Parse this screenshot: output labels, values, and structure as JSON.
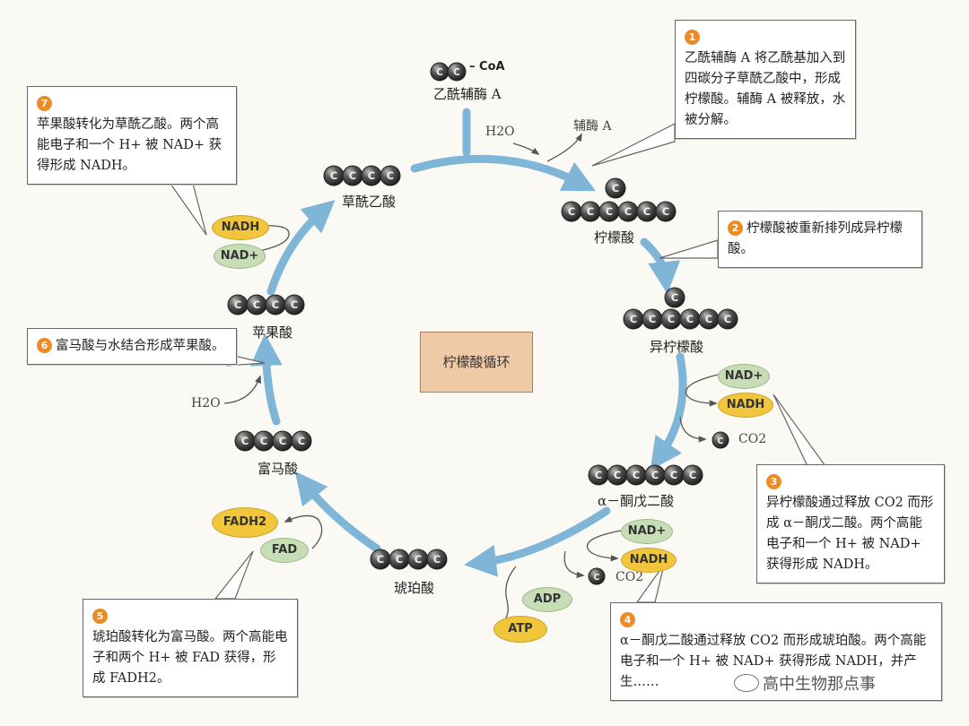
{
  "center_label": "柠檬酸循环",
  "compounds": {
    "acetyl_coa": "乙酰辅酶 A",
    "coa": "CoA",
    "oxaloacetate": "草酰乙酸",
    "citrate": "柠檬酸",
    "isocitrate": "异柠檬酸",
    "alpha_kg": "α－酮戊二酸",
    "succinate": "琥珀酸",
    "fumarate": "富马酸",
    "malate": "苹果酸"
  },
  "side_labels": {
    "h2o_top": "H2O",
    "coenzyme_a": "辅酶 A",
    "h2o_left": "H2O",
    "co2_a": "CO2",
    "co2_b": "CO2"
  },
  "carrier_pills": {
    "nad_plus": "NAD+",
    "nadh": "NADH",
    "fad": "FAD",
    "fadh2": "FADH2",
    "adp": "ADP",
    "atp": "ATP"
  },
  "callouts": {
    "c1": {
      "num": "1",
      "text": "乙酰辅酶 A 将乙酰基加入到四碳分子草酰乙酸中，形成柠檬酸。辅酶 A 被释放，水被分解。"
    },
    "c2": {
      "num": "2",
      "text": "柠檬酸被重新排列成异柠檬酸。"
    },
    "c3": {
      "num": "3",
      "text": "异柠檬酸通过释放 CO2 而形成 α－酮戊二酸。两个高能电子和一个 H+ 被 NAD+ 获得形成 NADH。"
    },
    "c4": {
      "num": "4",
      "text": "α－酮戊二酸通过释放 CO2 而形成琥珀酸。两个高能电子和一个 H+ 被 NAD+ 获得形成 NADH，并产生……"
    },
    "c5": {
      "num": "5",
      "text": "琥珀酸转化为富马酸。两个高能电子和两个 H+ 被 FAD 获得，形成 FADH2。"
    },
    "c6": {
      "num": "6",
      "text": "富马酸与水结合形成苹果酸。"
    },
    "c7": {
      "num": "7",
      "text": "苹果酸转化为草酰乙酸。两个高能电子和一个 H+ 被 NAD+ 获得形成 NADH。"
    }
  },
  "watermark": "高中生物那点事",
  "colors": {
    "cycle_arrow": "#7fb6d8",
    "carbon_ball": "#4a4a4a",
    "callout_number": "#ee8a22",
    "nadh_fill": "#f2c63a",
    "nad_fill": "#c7ddb6",
    "center_box": "#efcaa7"
  }
}
